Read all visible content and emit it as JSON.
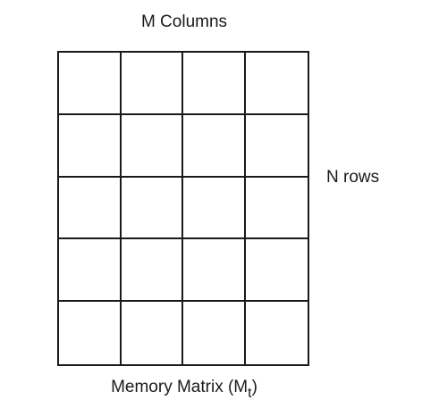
{
  "diagram": {
    "columns_label": "M Columns",
    "rows_label": "N rows",
    "caption_main": "Memory Matrix (M",
    "caption_sub": "t",
    "caption_close": ")",
    "grid": {
      "columns": 4,
      "rows": 5
    },
    "colors": {
      "line": "#1a1a1a",
      "background": "#ffffff"
    }
  }
}
